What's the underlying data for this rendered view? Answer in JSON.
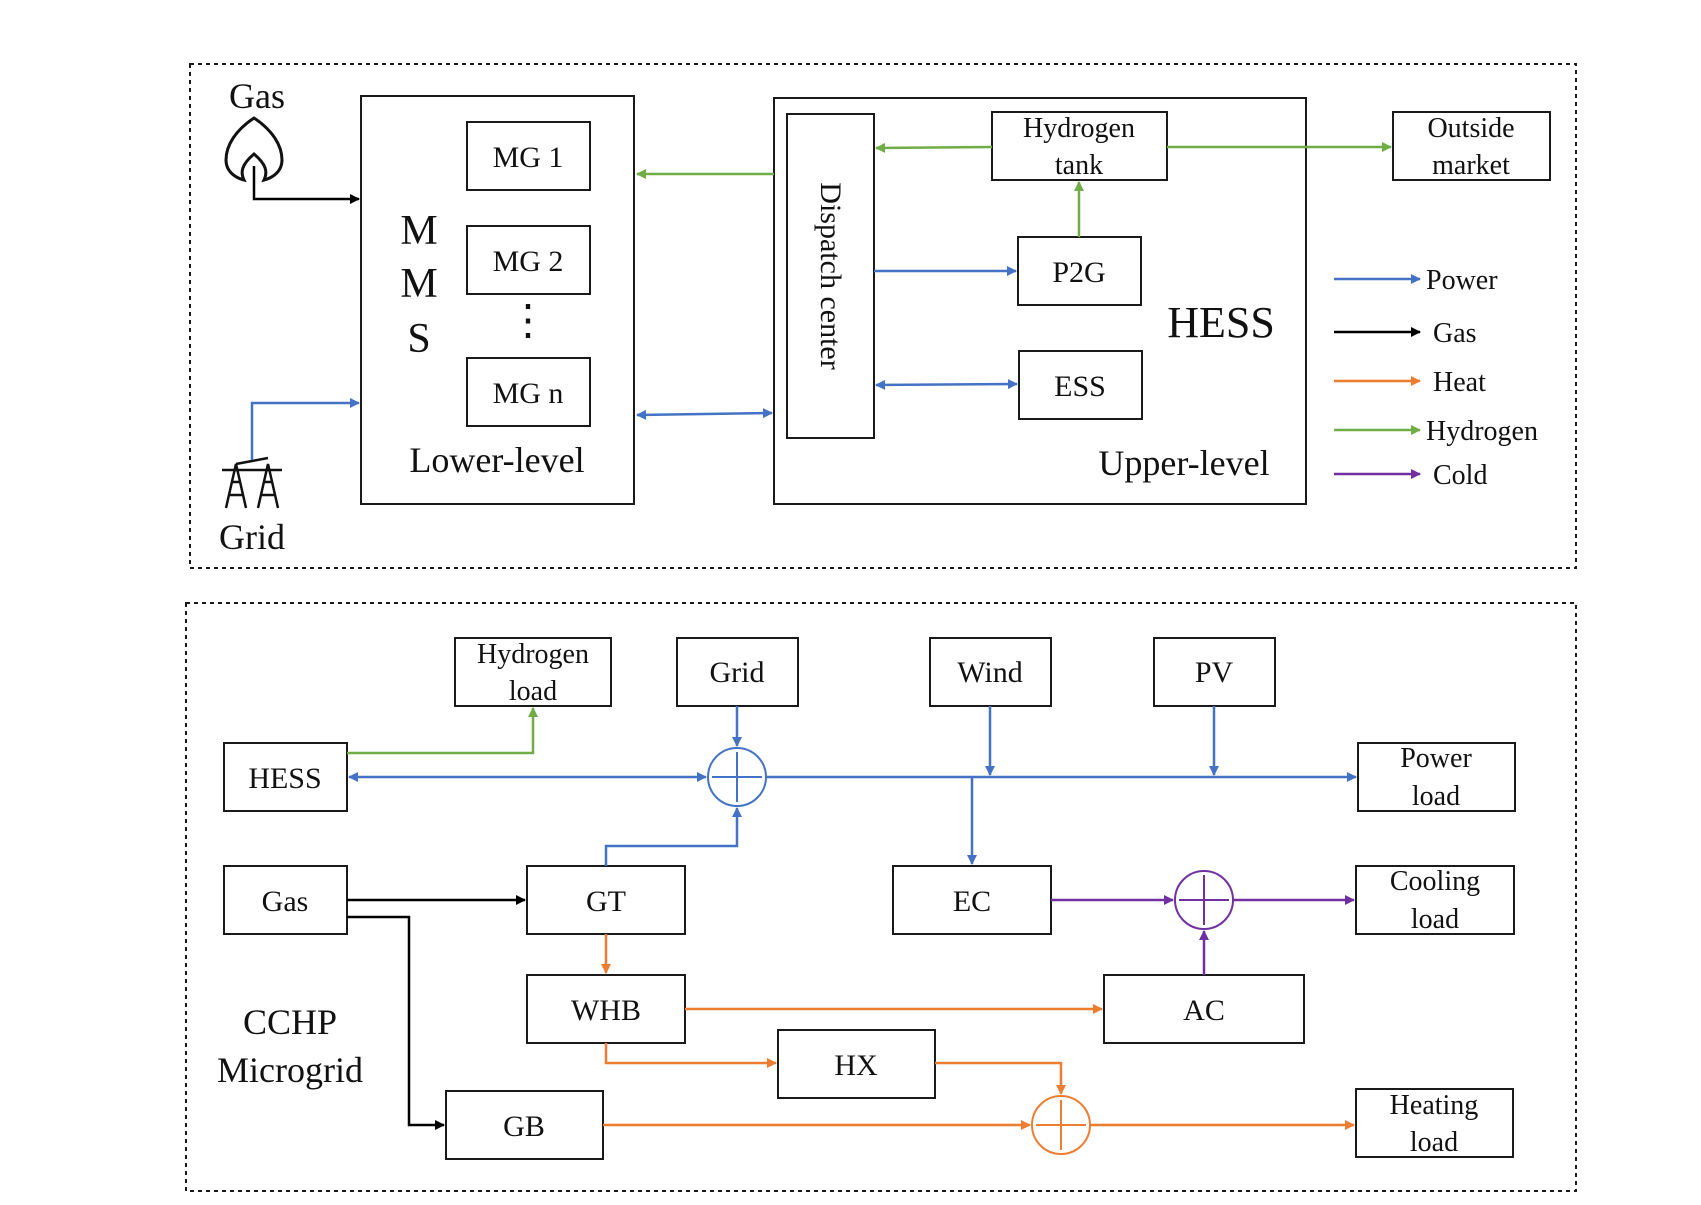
{
  "colors": {
    "power": "#4472c4",
    "gas": "#000000",
    "heat": "#ed7d31",
    "hydrogen": "#70ad47",
    "cold": "#7030a0"
  },
  "top": {
    "gas_source_label": "Gas",
    "grid_source_label": "Grid",
    "mms": {
      "letters": [
        "M",
        "M",
        "S"
      ],
      "mg_1": "MG 1",
      "mg_2": "MG 2",
      "mg_ellipsis": "⋮",
      "mg_n": "MG n",
      "level_label": "Lower-level"
    },
    "hess": {
      "dispatch_center": "Dispatch center",
      "hydrogen_tank": [
        "Hydrogen",
        "tank"
      ],
      "p2g": "P2G",
      "ess": "ESS",
      "title": "HESS",
      "level_label": "Upper-level"
    },
    "outside_market": [
      "Outside",
      "market"
    ],
    "legend": [
      {
        "label": "Power",
        "color_key": "power"
      },
      {
        "label": "Gas",
        "color_key": "gas"
      },
      {
        "label": "Heat",
        "color_key": "heat"
      },
      {
        "label": "Hydrogen",
        "color_key": "hydrogen"
      },
      {
        "label": "Cold",
        "color_key": "cold"
      }
    ]
  },
  "bottom": {
    "hydrogen_load": [
      "Hydrogen",
      "load"
    ],
    "grid": "Grid",
    "wind": "Wind",
    "pv": "PV",
    "hess": "HESS",
    "power_load": [
      "Power",
      "load"
    ],
    "gas": "Gas",
    "gt": "GT",
    "ec": "EC",
    "cooling_load": [
      "Cooling",
      "load"
    ],
    "whb": "WHB",
    "ac": "AC",
    "hx": "HX",
    "gb": "GB",
    "heating_load": [
      "Heating",
      "load"
    ],
    "title": [
      "CCHP",
      "Microgrid"
    ]
  }
}
